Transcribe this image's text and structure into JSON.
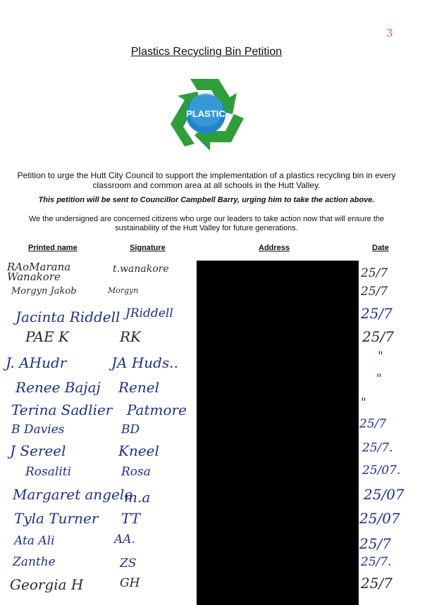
{
  "page_number": "3",
  "title": "Plastics Recycling Bin Petition",
  "logo": {
    "icon": "recycling-arrows-icon",
    "label": "PLASTIC",
    "arrow_color": "#2e9e3a",
    "badge_color": "#1f86c8"
  },
  "intro": "Petition to urge the Hutt City Council to support the implementation of a plastics recycling bin in every classroom and common area at all schools in the Hutt Valley.",
  "notice": "This petition will be sent to Councillor Campbell Barry, urging him to take the action above.",
  "declaration": "We the undersigned are concerned citizens who urge our leaders to take action now that will ensure the sustainability of the Hutt Valley for future generations.",
  "columns": {
    "printed_name": "Printed name",
    "signature": "Signature",
    "address": "Address",
    "date": "Date"
  },
  "signatories": [
    {
      "name": "RAoMarana Wanakore",
      "signature": "t.wanakore",
      "date": "25/7"
    },
    {
      "name": "Morgyn Jakob",
      "signature": "Morgyn",
      "date": "25/7"
    },
    {
      "name": "Jacinta Riddell",
      "signature": "JRiddell",
      "date": "25/7"
    },
    {
      "name": "PAE K",
      "signature": "RK",
      "date": "25/7"
    },
    {
      "name": "J. AHudr",
      "signature": "JA Huds..",
      "date": "\""
    },
    {
      "name": "Renee Bajaj",
      "signature": "Renel",
      "date": "\""
    },
    {
      "name": "Terina Sadlier",
      "signature": "Patmore",
      "date": "\""
    },
    {
      "name": "B Davies",
      "signature": "BD",
      "date": "25/7"
    },
    {
      "name": "J Sereel",
      "signature": "Kneel",
      "date": "25/7."
    },
    {
      "name": "Rosaliti",
      "signature": "Rosa",
      "date": "25/07."
    },
    {
      "name": "Margaret angelo",
      "signature": "m.a",
      "date": "25/07"
    },
    {
      "name": "Tyla Turner",
      "signature": "TT",
      "date": "25/07"
    },
    {
      "name": "Ata Ali",
      "signature": "AA.",
      "date": "25/7"
    },
    {
      "name": "Zanthe",
      "signature": "ZS",
      "date": "25/7."
    },
    {
      "name": "Georgia H",
      "signature": "GH",
      "date": "25/7"
    }
  ]
}
